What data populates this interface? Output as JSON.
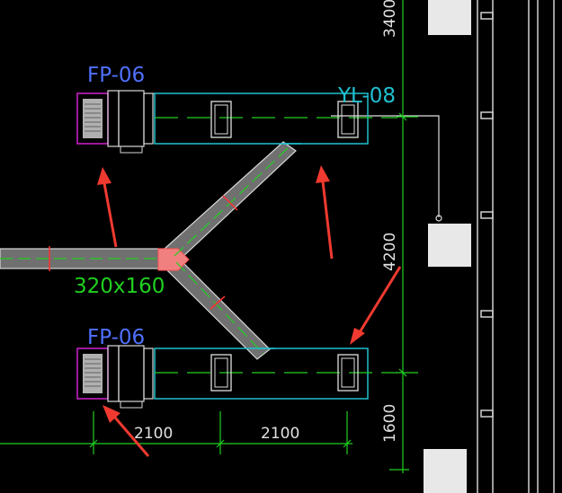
{
  "colors": {
    "background": "#000000",
    "unit_outline": "#d020d0",
    "unit_body": "#b0b0b0",
    "plenum": "#20c0d0",
    "duct_fill": "#707070",
    "duct_edge": "#d8d8d8",
    "centerline": "#20d020",
    "dimension": "#20d020",
    "marker": "#ff3030",
    "grey_box": "#e8e8e8",
    "annotation_arrow": "#f03a30",
    "label_blue": "#5070ff",
    "label_cyan": "#20c0d0",
    "label_white": "#e0e0e0"
  },
  "labels": {
    "fan_coil_top": "FP-06",
    "fan_coil_bottom": "FP-06",
    "outlet_tag": "YL-08",
    "duct_size": "320x160"
  },
  "dimensions": {
    "horizontal": [
      "2100",
      "2100"
    ],
    "vertical": [
      "3400",
      "4200",
      "1600"
    ]
  }
}
